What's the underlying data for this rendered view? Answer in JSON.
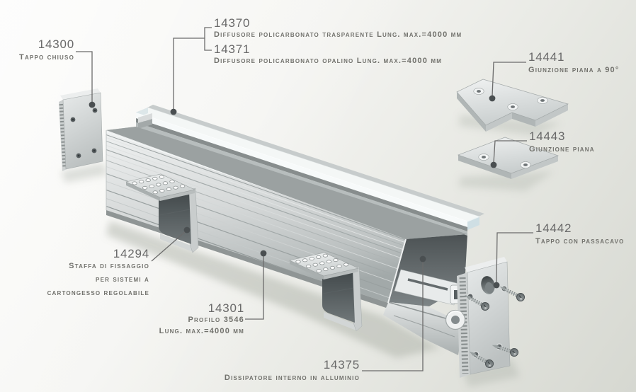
{
  "labels": {
    "cap_closed": {
      "code": "14300",
      "desc": "Tappo chiuso"
    },
    "diffuser_clear": {
      "code": "14370",
      "desc": "Diffusore policarbonato trasparente Lung. max.=4000 mm"
    },
    "diffuser_opal": {
      "code": "14371",
      "desc": "Diffusore policarbonato opalino Lung. max.=4000 mm"
    },
    "joint_90": {
      "code": "14441",
      "desc": "Giunzione piana a 90°"
    },
    "joint_flat": {
      "code": "14443",
      "desc": "Giunzione piana"
    },
    "cap_cable": {
      "code": "14442",
      "desc": "Tappo con passacavo"
    },
    "bracket": {
      "code": "14294",
      "desc_lines": [
        "Staffa di fissaggio",
        "per sistemi a",
        "cartongesso regolabile"
      ]
    },
    "profile": {
      "code": "14301",
      "desc_lines": [
        "Profilo 3546",
        "Lung. max.=4000 mm"
      ]
    },
    "heatsink": {
      "code": "14375",
      "desc": "Dissipatore interno in alluminio"
    }
  },
  "colors": {
    "background_top": "#f7f7f5",
    "background_bottom": "#d6d8d1",
    "label_code": "#696969",
    "label_desc": "#71716c",
    "leader_line": "#6b6b6b",
    "leader_dot": "#4a4f51",
    "metal_light": "#eef0f0",
    "metal_mid": "#c6cbcb",
    "metal_dark": "#4c5254",
    "diffuser_tint": "#d8e4e8"
  }
}
